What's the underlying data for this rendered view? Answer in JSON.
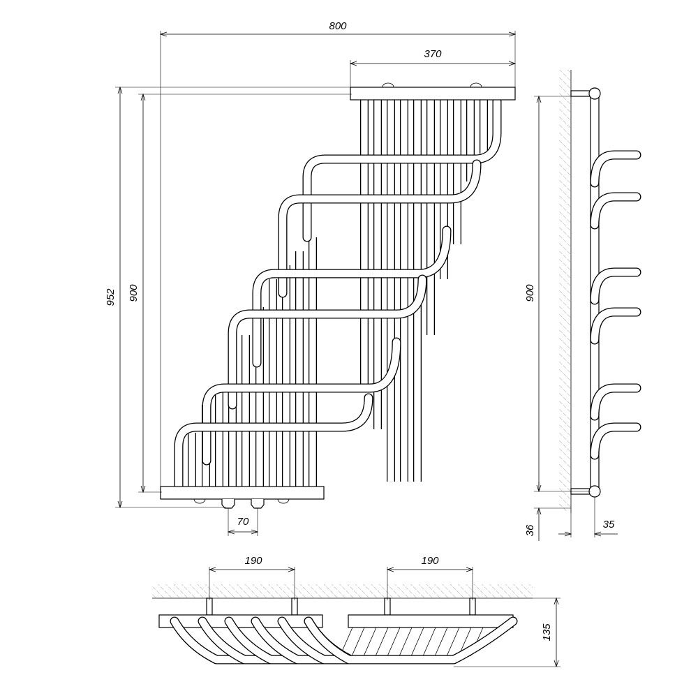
{
  "dimensions": {
    "total_width": "800",
    "top_collector_width": "370",
    "total_height": "952",
    "center_height": "900",
    "inlet_spacing": "70",
    "side_center_height": "900",
    "side_offset_bottom": "36",
    "side_depth": "35",
    "bottom_spacing_left": "190",
    "bottom_spacing_right": "190",
    "bottom_depth": "135"
  }
}
